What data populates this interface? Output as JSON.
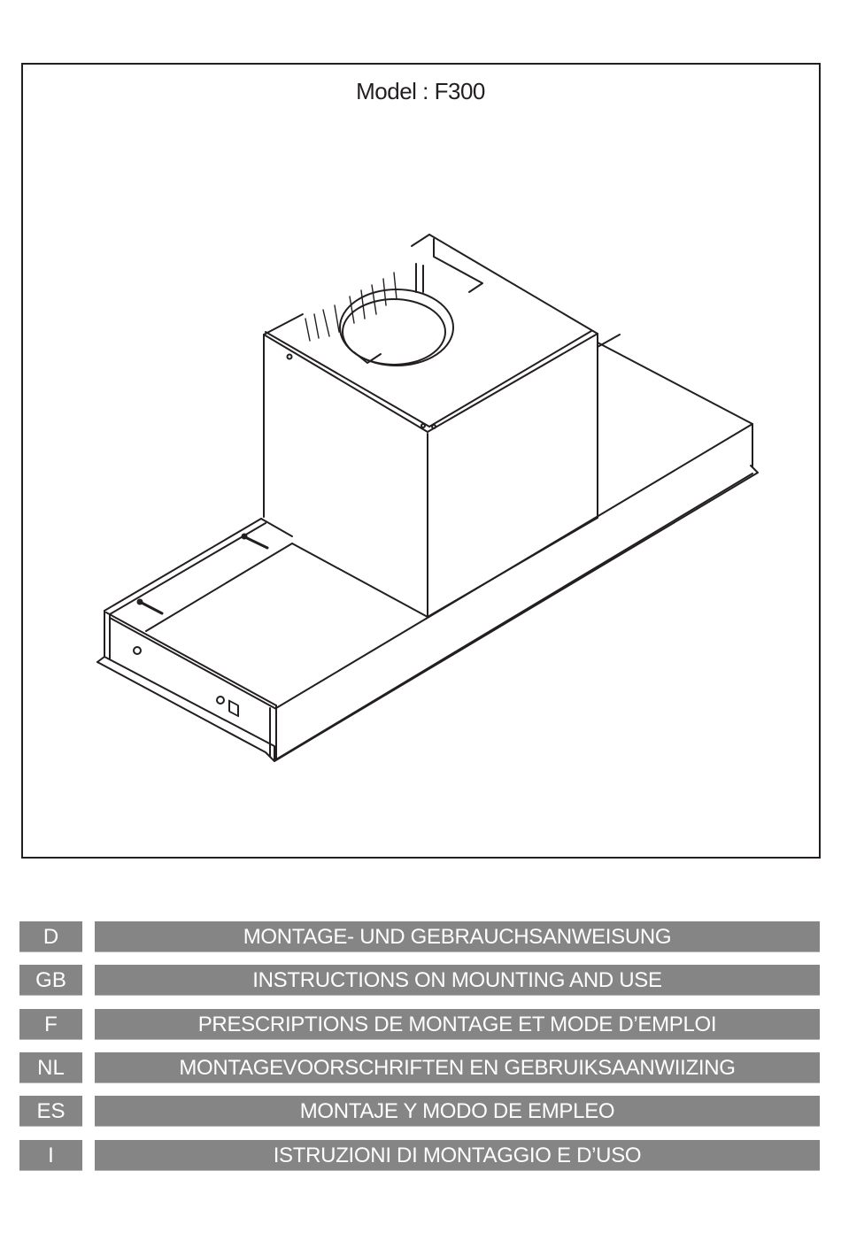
{
  "cover": {
    "model_label": "Model : F300",
    "illustration": "range-hood-f300-isometric-drawing"
  },
  "languages": [
    {
      "code": "D",
      "title": "MONTAGE- UND GEBRAUCHSANWEISUNG"
    },
    {
      "code": "GB",
      "title": "INSTRUCTIONS ON MOUNTING AND USE"
    },
    {
      "code": "F",
      "title": "PRESCRIPTIONS DE MONTAGE ET MODE D’EMPLOI"
    },
    {
      "code": "NL",
      "title": "MONTAGEVOORSCHRIFTEN EN GEBRUIKSAANWIIZING"
    },
    {
      "code": "ES",
      "title": "MONTAJE Y MODO DE EMPLEO"
    },
    {
      "code": "I",
      "title": "ISTRUZIONI DI MONTAGGIO E D’USO"
    }
  ],
  "colors": {
    "bar_gray": "#858585",
    "line": "#231f20",
    "text_on_bar": "#ffffff"
  }
}
